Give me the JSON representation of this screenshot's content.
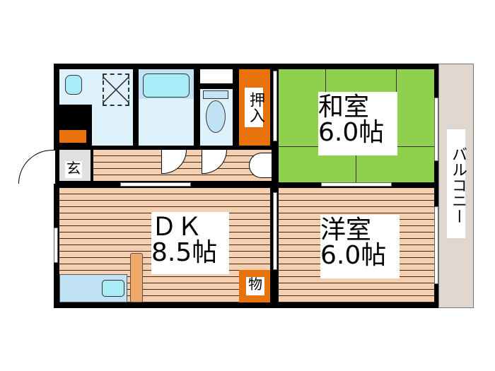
{
  "floorplan": {
    "rooms": {
      "washitsu": {
        "name": "和室",
        "size": "6.0帖"
      },
      "yoshitsu": {
        "name": "洋室",
        "size": "6.0帖"
      },
      "dk": {
        "name": "ＤＫ",
        "size": "8.5帖"
      },
      "oshiire": {
        "name": "押入"
      },
      "mono": {
        "name": "物"
      },
      "genkan": {
        "name": "玄"
      },
      "balcony": {
        "name": "バルコニー"
      }
    },
    "colors": {
      "tatami": "#8fd14f",
      "wood_floor": "#f5d0b0",
      "wet_area": "#dff1fb",
      "storage": "#e8720c",
      "balcony": "#e0d8d0",
      "fixture": "#a8ecf8"
    }
  }
}
